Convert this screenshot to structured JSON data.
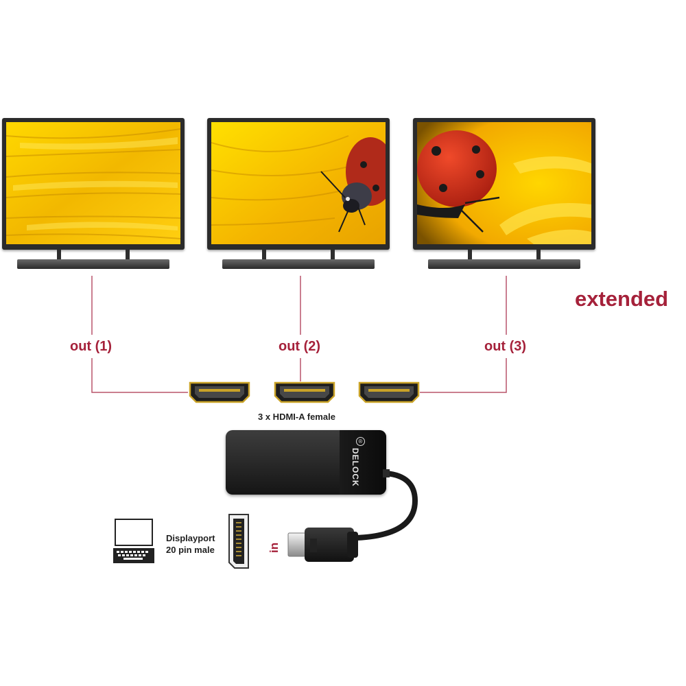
{
  "labels": {
    "mode": "extended",
    "out1": "out (1)",
    "out2": "out (2)",
    "out3": "out (3)",
    "hdmi_ports": "3 x HDMI-A female",
    "input_line1": "Displayport",
    "input_line2": "20 pin male",
    "input_tag": "in",
    "brand": "DELOCK",
    "registered": "®"
  },
  "colors": {
    "accent_red": "#a5213a",
    "cable_line": "#b8536a",
    "monitor_bezel": "#2b2b2b",
    "screen_yellow": "#f3c200",
    "hdmi_gold": "#c9a227"
  },
  "icons": {
    "laptop": "laptop-icon",
    "displayport_plug": "displayport-connector-icon",
    "hdmi_port": "hdmi-port-icon",
    "ladybug": "ladybug-image"
  }
}
